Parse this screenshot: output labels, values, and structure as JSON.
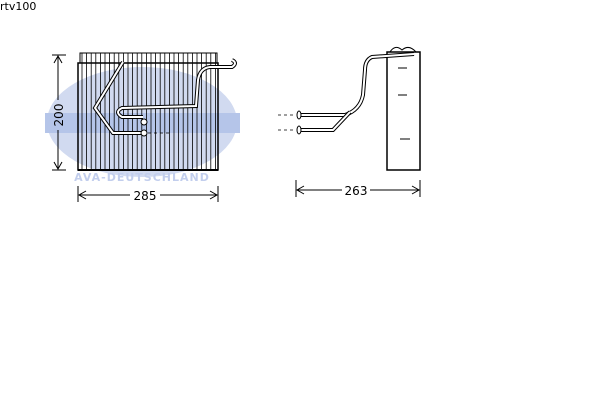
{
  "part_code": "rtv100",
  "watermark": {
    "logo": "AVA",
    "text": "AVA-DEUTSCHLAND",
    "color": "#b8c6ea"
  },
  "dimensions": {
    "height": "200",
    "width": "285",
    "depth": "263"
  }
}
